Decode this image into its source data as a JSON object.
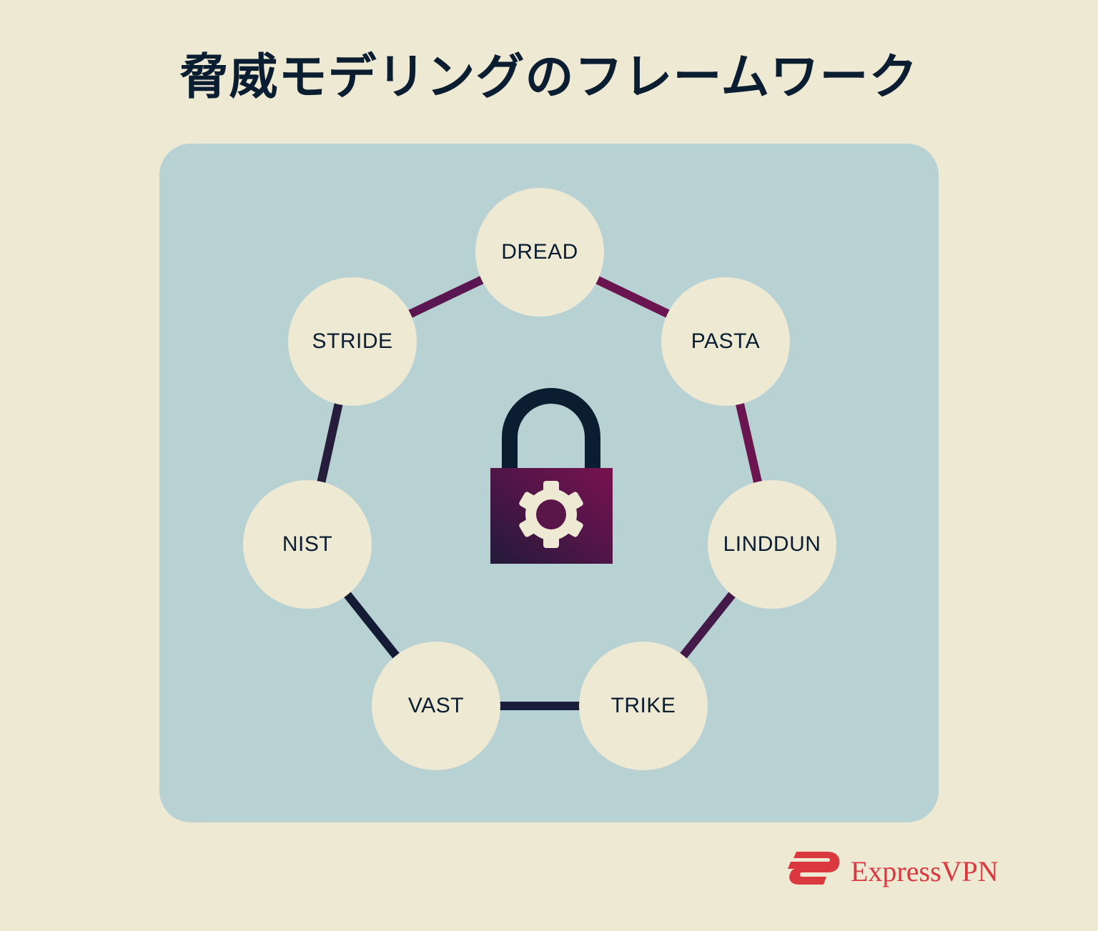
{
  "title": "脅威モデリングのフレームワーク",
  "colors": {
    "background": "#EEE9D3",
    "panel": "#B8D1D3",
    "text": "#0B1D30",
    "node_fill": "#EEE9D3",
    "connector_purple": "#6B1550",
    "connector_dark": "#1A1E3A",
    "lock_shackle": "#0B1D30",
    "lock_body_light": "#75124F",
    "lock_body_dark": "#241C3D",
    "gear": "#EEE9D3",
    "brand_red": "#DA3940"
  },
  "diagram": {
    "center_icon": "padlock-with-gear-icon",
    "nodes": [
      {
        "id": "dread",
        "label": "DREAD"
      },
      {
        "id": "pasta",
        "label": "PASTA"
      },
      {
        "id": "linddun",
        "label": "LINDDUN"
      },
      {
        "id": "trike",
        "label": "TRIKE"
      },
      {
        "id": "vast",
        "label": "VAST"
      },
      {
        "id": "nist",
        "label": "NIST"
      },
      {
        "id": "stride",
        "label": "STRIDE"
      }
    ],
    "edges": [
      [
        "STRIDE",
        "DREAD"
      ],
      [
        "DREAD",
        "PASTA"
      ],
      [
        "PASTA",
        "LINDDUN"
      ],
      [
        "LINDDUN",
        "TRIKE"
      ],
      [
        "TRIKE",
        "VAST"
      ],
      [
        "VAST",
        "NIST"
      ],
      [
        "NIST",
        "STRIDE"
      ]
    ]
  },
  "brand": {
    "name": "ExpressVPN",
    "icon": "expressvpn-logo-icon"
  }
}
